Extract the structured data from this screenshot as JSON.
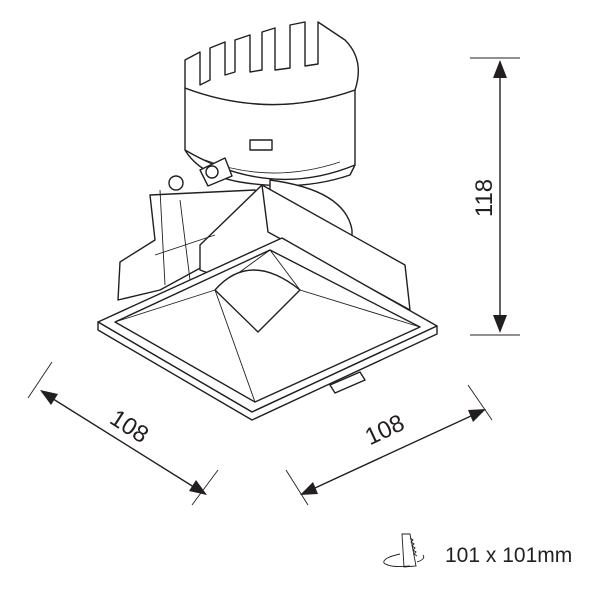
{
  "dimensions": {
    "height": "118",
    "width_left": "108",
    "width_right": "108"
  },
  "cutout": {
    "icon": "cutout-saw-icon",
    "label": "101 x 101mm"
  },
  "colors": {
    "line": "#231f20",
    "background": "#ffffff"
  }
}
